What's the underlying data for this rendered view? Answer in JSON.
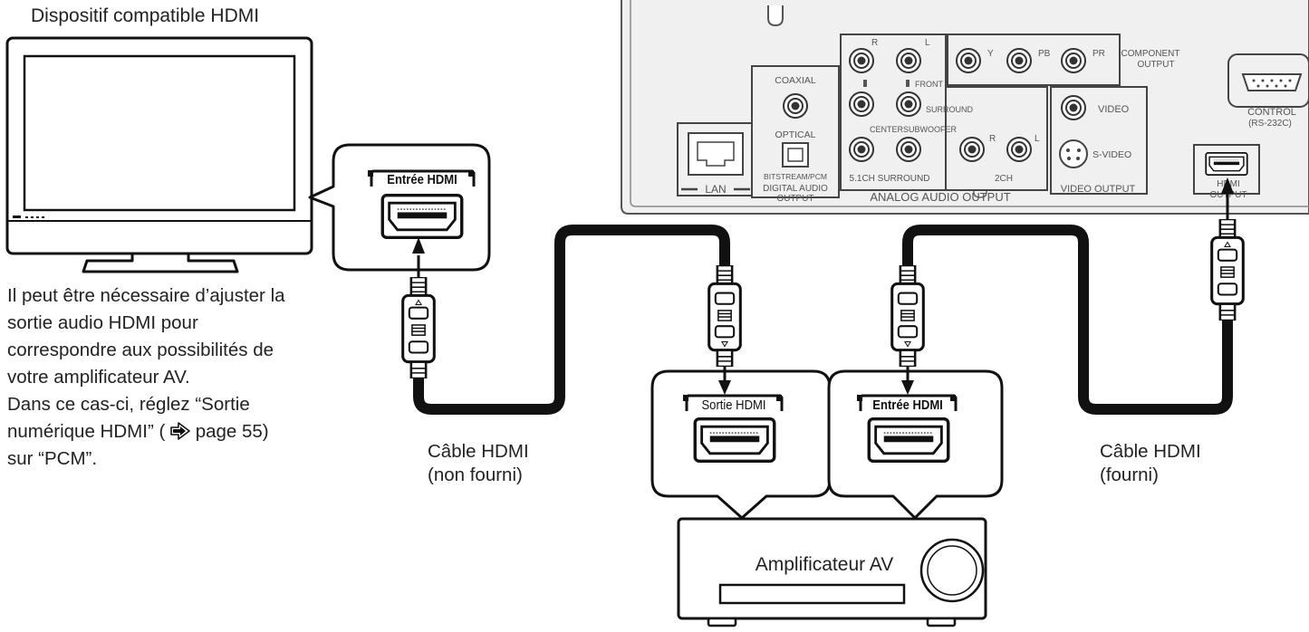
{
  "tv": {
    "label": "Dispositif compatible HDMI"
  },
  "note": {
    "lines": [
      "Il peut être nécessaire d’ajuster la",
      "sortie audio HDMI pour",
      "correspondre aux possibilités de",
      "votre amplificateur AV.",
      "Dans ce cas-ci, réglez “Sortie",
      "numérique HDMI” (",
      "page 55)",
      "sur “PCM”."
    ]
  },
  "callouts": {
    "tv_input": "Entrée HDMI",
    "amp_output": "Sortie HDMI",
    "amp_input": "Entrée HDMI"
  },
  "cables": {
    "left": {
      "line1": "Câble HDMI",
      "line2": "(non fourni)"
    },
    "right": {
      "line1": "Câble HDMI",
      "line2": "(fourni)"
    }
  },
  "amplifier": {
    "label": "Amplificateur AV"
  },
  "player_panel": {
    "r": "R",
    "l": "L",
    "y": "Y",
    "pb": "PB",
    "pr": "PR",
    "component_output": [
      "COMPONENT",
      "OUTPUT"
    ],
    "coaxial": "COAXIAL",
    "optical": "OPTICAL",
    "front": "FRONT",
    "surround": "SURROUND",
    "center": "CENTER",
    "subwoofer": "SUBWOOFER",
    "video": "VIDEO",
    "s_video": "S-VIDEO",
    "control": "CONTROL",
    "rs232c": "(RS-232C)",
    "bitstream_pcm": "BITSTREAM/PCM",
    "digital_audio_output": [
      "DIGITAL AUDIO",
      "OUTPUT"
    ],
    "surround_51": "5.1CH SURROUND",
    "two_ch": "2CH",
    "lan": "LAN",
    "analog_audio_output": "ANALOG AUDIO OUTPUT",
    "video_output": "VIDEO OUTPUT",
    "hdmi_output": [
      "HDMI",
      "OUTPUT"
    ]
  }
}
